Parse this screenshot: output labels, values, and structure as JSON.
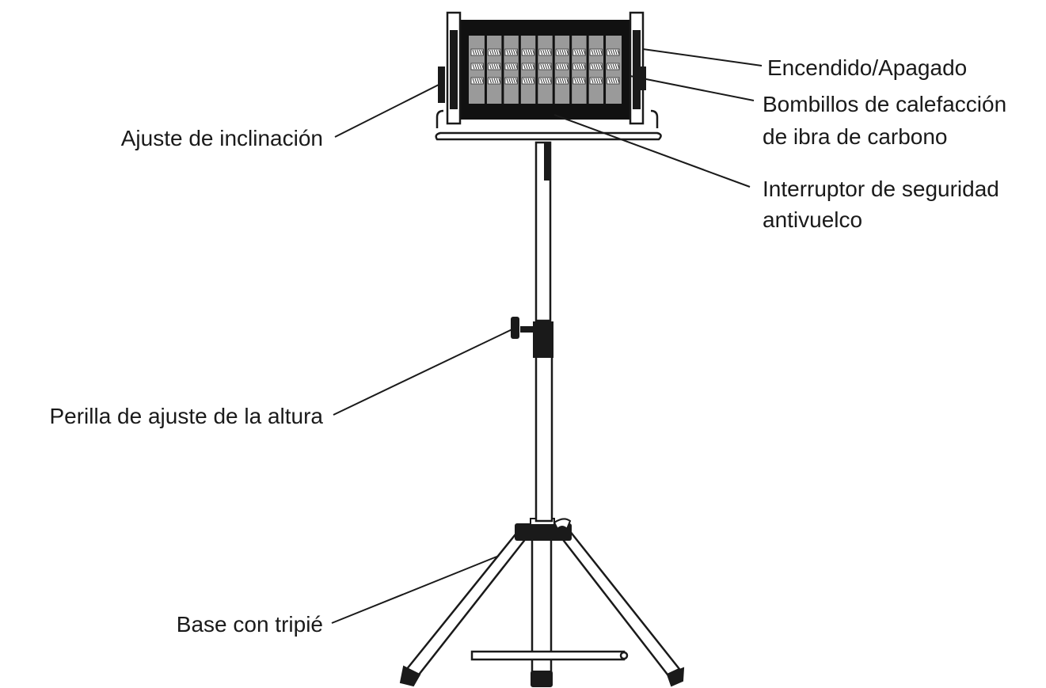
{
  "labels": {
    "power_switch": "Encendido/Apagado",
    "bulbs_line1": "Bombillos de calefacción",
    "bulbs_line2": "de ibra de carbono",
    "tilt_adjust": "Ajuste de inclinación",
    "tip_over_line1": "Interruptor de seguridad",
    "tip_over_line2": "antivuelco",
    "height_knob": "Perilla de ajuste de la altura",
    "tripod_base": "Base con tripié"
  }
}
